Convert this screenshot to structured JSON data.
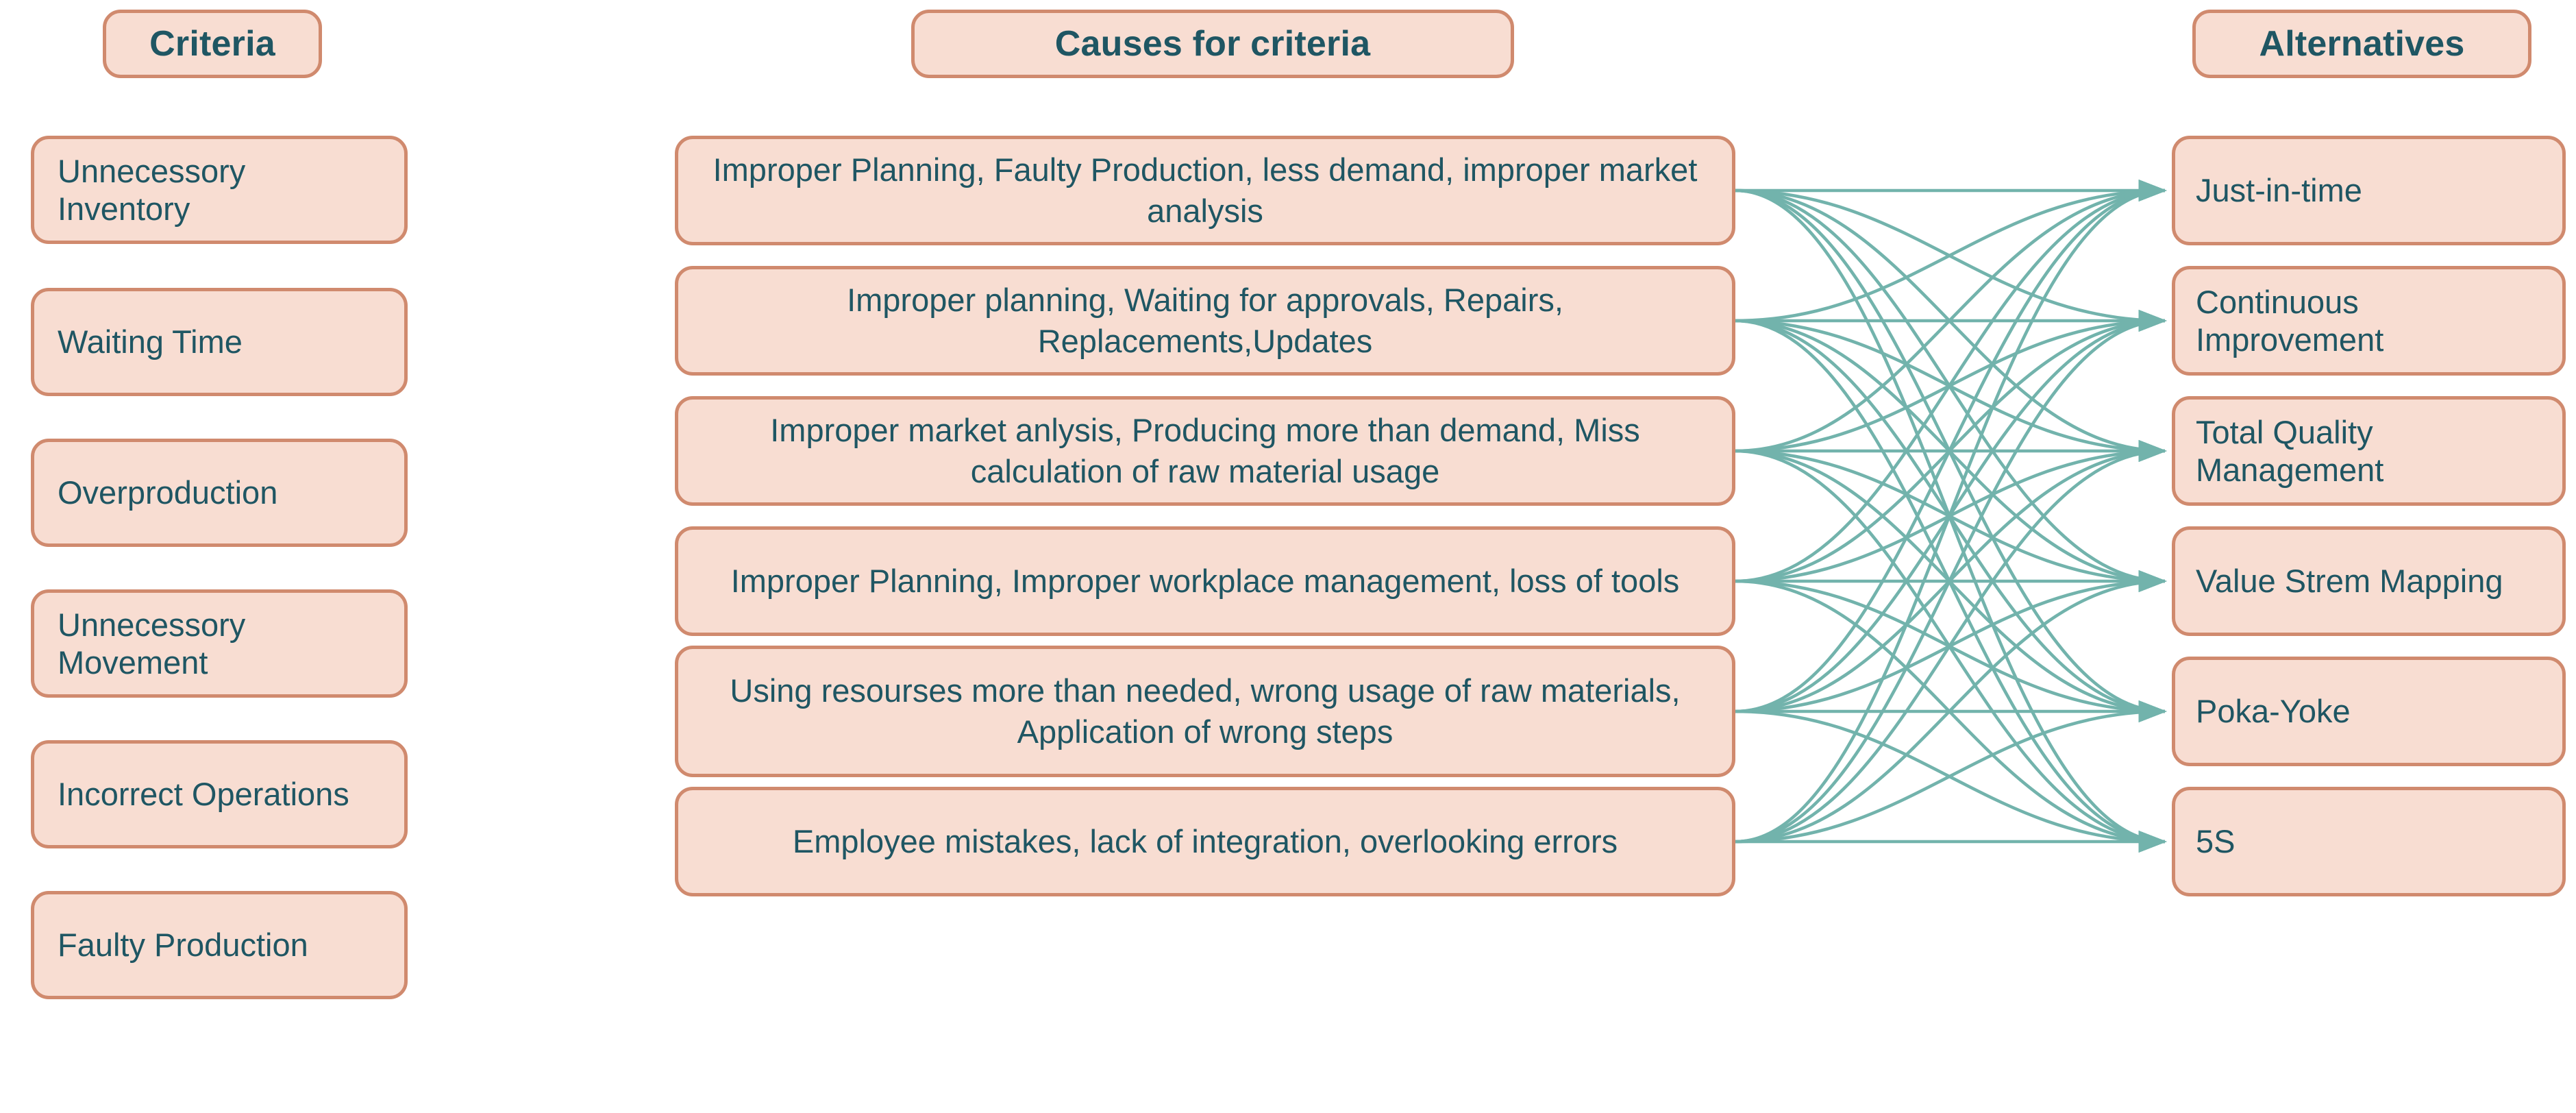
{
  "diagram": {
    "title_columns": {
      "criteria": "Criteria",
      "causes": "Causes for criteria",
      "alternatives": "Alternatives"
    },
    "accent_colors": {
      "box_fill": "#F8DDD2",
      "box_border": "#D08A6E",
      "text": "#1F5663",
      "connector": "#72B3AC",
      "background": "#FFFFFF"
    }
  },
  "criteria": {
    "header": "Criteria",
    "items": [
      {
        "label": "Unnecessory Inventory"
      },
      {
        "label": "Waiting Time"
      },
      {
        "label": "Overproduction"
      },
      {
        "label": "Unnecessory Movement"
      },
      {
        "label": "Incorrect Operations"
      },
      {
        "label": "Faulty Production"
      }
    ]
  },
  "causes": {
    "header": "Causes for criteria",
    "items": [
      {
        "label": "Improper Planning, Faulty Production, less demand, improper market analysis"
      },
      {
        "label": "Improper planning, Waiting for approvals, Repairs, Replacements,Updates"
      },
      {
        "label": "Improper market anlysis, Producing more than demand, Miss calculation of raw material usage"
      },
      {
        "label": "Improper Planning, Improper workplace management, loss of tools"
      },
      {
        "label": "Using resourses more than needed, wrong usage of raw materials, Application of wrong steps"
      },
      {
        "label": "Employee mistakes, lack of integration, overlooking errors"
      }
    ]
  },
  "alternatives": {
    "header": "Alternatives",
    "items": [
      {
        "label": "Just-in-time"
      },
      {
        "label": "Continuous Improvement"
      },
      {
        "label": "Total Quality Management"
      },
      {
        "label": "Value Strem Mapping"
      },
      {
        "label": "Poka-Yoke"
      },
      {
        "label": "5S"
      }
    ]
  },
  "connections": {
    "description": "Every cause box connects to every alternative box",
    "source_count": 6,
    "target_count": 6,
    "edge_count": 36,
    "arrow_direction": "left-to-right"
  }
}
